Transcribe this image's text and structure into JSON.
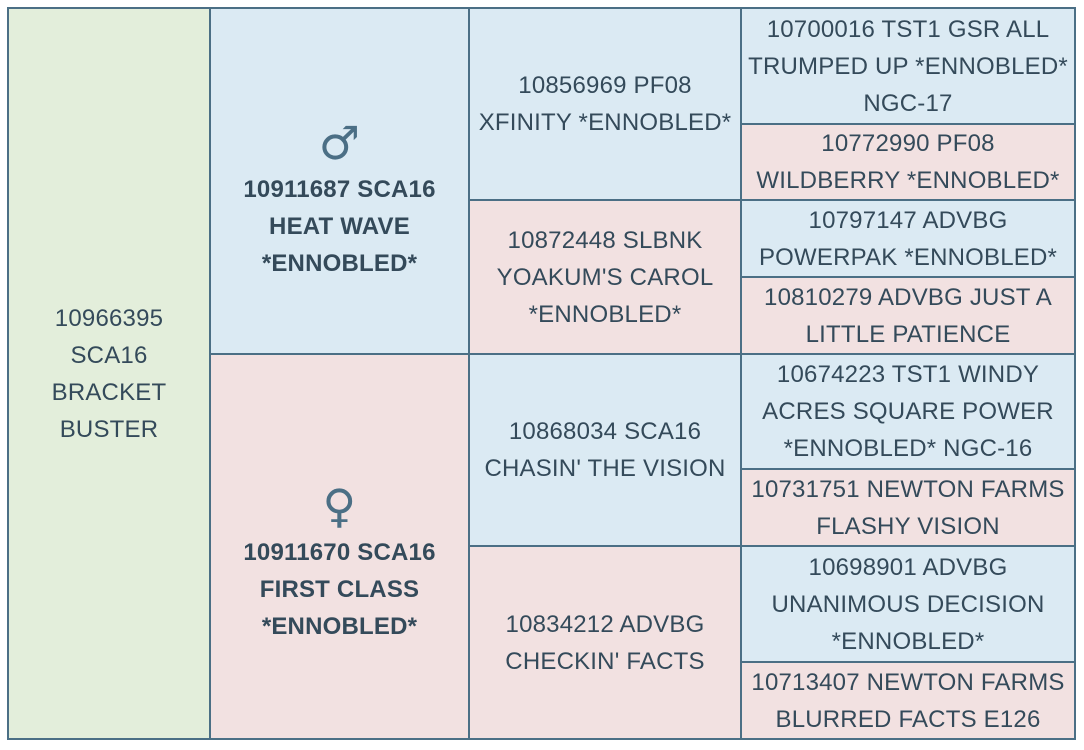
{
  "subject": {
    "name": "10966395 SCA16 BRACKET BUSTER"
  },
  "sire": {
    "symbol": "♂",
    "name": "10911687 SCA16 HEAT WAVE *ENNOBLED*"
  },
  "dam": {
    "symbol": "♀",
    "name": "10911670 SCA16 FIRST CLASS *ENNOBLED*"
  },
  "grandparents": [
    "10856969 PF08 XFINITY *ENNOBLED*",
    "10872448 SLBNK YOAKUM'S CAROL *ENNOBLED*",
    "10868034 SCA16 CHASIN' THE VISION",
    "10834212 ADVBG CHECKIN' FACTS"
  ],
  "great_grandparents": [
    "10700016 TST1 GSR ALL TRUMPED UP *ENNOBLED* NGC-17",
    "10772990 PF08 WILDBERRY *ENNOBLED*",
    "10797147 ADVBG POWERPAK *ENNOBLED*",
    "10810279 ADVBG JUST A LITTLE PATIENCE",
    "10674223 TST1 WINDY ACRES SQUARE POWER *ENNOBLED* NGC-16",
    "10731751 NEWTON FARMS FLASHY VISION",
    "10698901 ADVBG UNANIMOUS DECISION *ENNOBLED*",
    "10713407 NEWTON FARMS BLURRED FACTS E126"
  ],
  "colors": {
    "subject_bg": "#e3eedb",
    "male_bg": "#dbeaf3",
    "female_bg": "#f2e1e1",
    "border": "#4b6f85",
    "text": "#344a5a"
  }
}
